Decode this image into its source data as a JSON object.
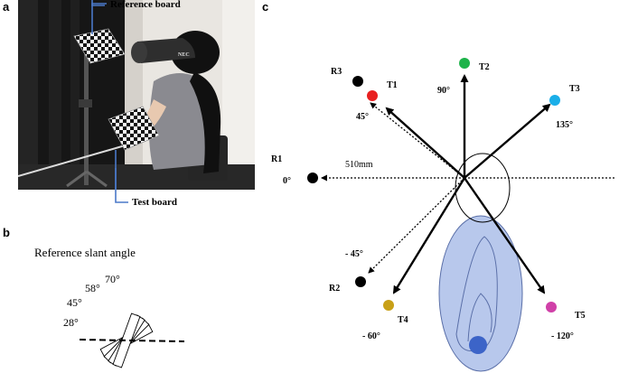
{
  "panels": {
    "a": "a",
    "b": "b",
    "c": "c"
  },
  "panel_a": {
    "reference_board_label": "Reference board",
    "test_board_label": "Test board",
    "headset_text": "NEC"
  },
  "panel_b": {
    "title": "Reference slant angle",
    "angles": [
      "28°",
      "45°",
      "58°",
      "70°"
    ]
  },
  "panel_c": {
    "distance_label": "510mm",
    "reference_points": [
      {
        "id": "R1",
        "angle": "0°",
        "color": "#000000"
      },
      {
        "id": "R2",
        "angle": "- 45°",
        "color": "#000000"
      },
      {
        "id": "R3",
        "angle": "45°",
        "color": "#000000"
      }
    ],
    "targets": [
      {
        "id": "T1",
        "angle": "45°",
        "color": "#e82020"
      },
      {
        "id": "T2",
        "angle": "90°",
        "color": "#1db34a"
      },
      {
        "id": "T3",
        "angle": "135°",
        "color": "#1aaee8"
      },
      {
        "id": "T4",
        "angle": "- 60°",
        "color": "#c8a017"
      },
      {
        "id": "T5",
        "angle": "- 120°",
        "color": "#d040a8"
      }
    ],
    "colors": {
      "body_fill": "#b8c8ec",
      "body_stroke": "#5a6fa8",
      "dot": "#3c64c8"
    }
  }
}
